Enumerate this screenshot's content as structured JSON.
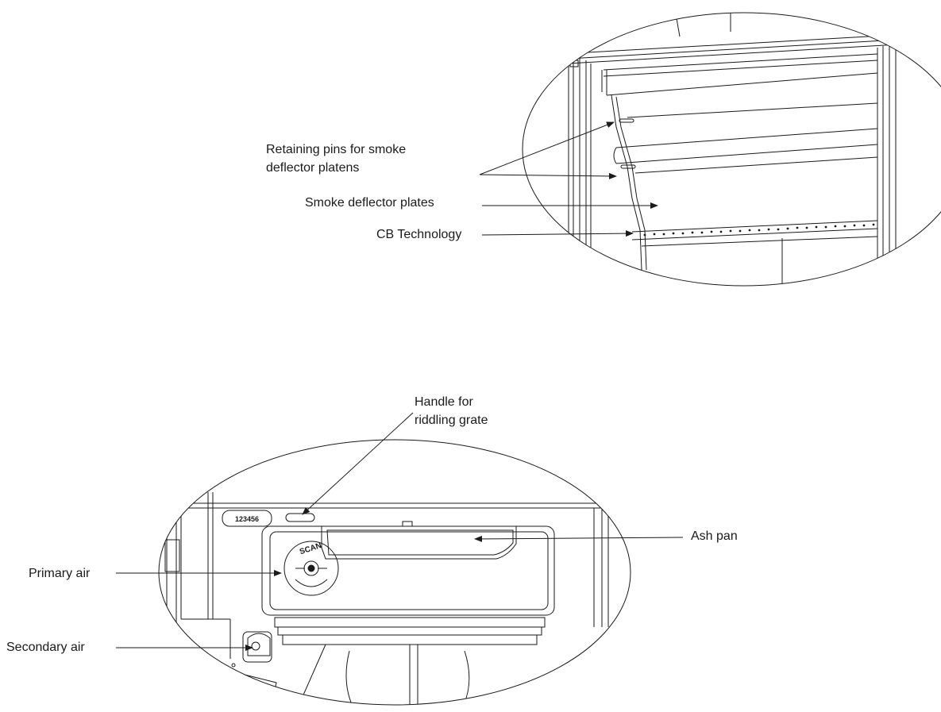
{
  "labels": {
    "retaining_pins_line1": "Retaining pins for smoke",
    "retaining_pins_line2": "deflector platens",
    "smoke_deflector": "Smoke deflector plates",
    "cb_technology": "CB Technology",
    "handle_line1": "Handle for",
    "handle_line2": "riddling grate",
    "ash_pan": "Ash pan",
    "primary_air": "Primary air",
    "secondary_air": "Secondary air"
  },
  "stove_badge": "123456",
  "logo_text": "SCAN",
  "colors": {
    "line": "#1a1a1a",
    "background": "#ffffff"
  }
}
